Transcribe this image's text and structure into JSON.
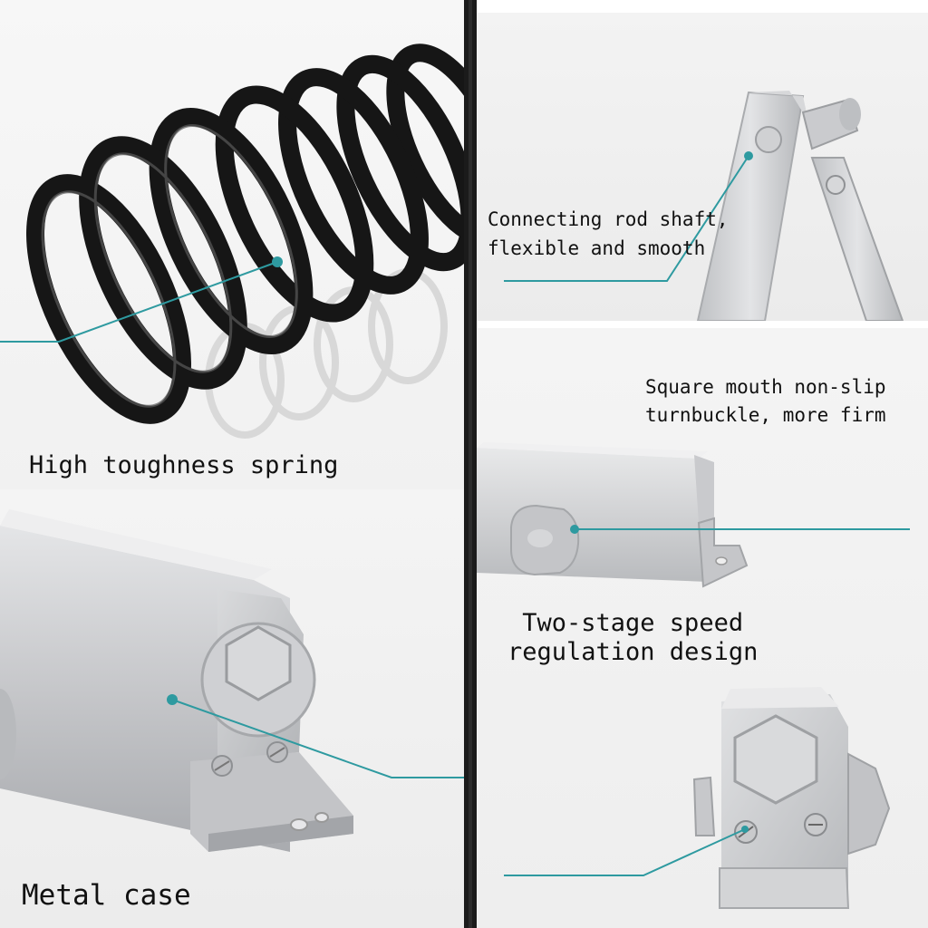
{
  "callouts": {
    "spring": "High toughness spring",
    "metal_case": "Metal case",
    "connecting_rod": [
      "Connecting rod shaft,",
      "flexible and smooth"
    ],
    "turnbuckle": [
      "Square mouth non-slip",
      "turnbuckle, more firm"
    ],
    "speed_regulation": [
      "Two-stage speed",
      "regulation design"
    ]
  },
  "colors": {
    "leader_line": "#2e9aa0",
    "divider": "#1b1b1b",
    "spring": "#1a1a1a",
    "metal": "#c9cacc"
  },
  "icons": [
    "hexagon-nut-icon",
    "screw-icon"
  ]
}
